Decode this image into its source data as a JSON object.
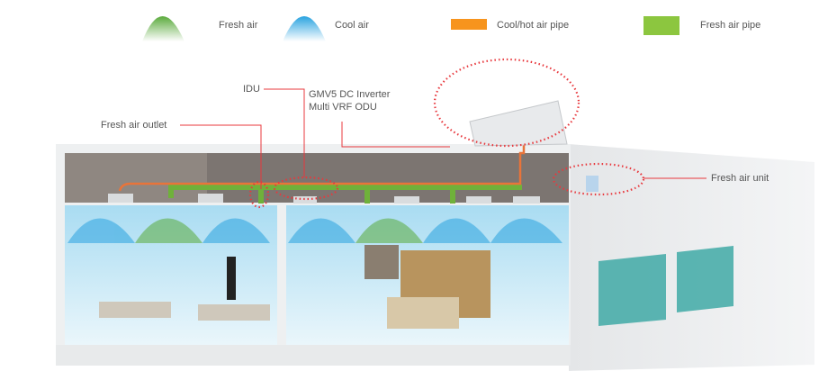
{
  "legend": [
    {
      "label": "Fresh air",
      "icon": "fresh-air-dome",
      "color": "#5aab3c"
    },
    {
      "label": "Cool air",
      "icon": "cool-air-dome",
      "color": "#29a3e0"
    },
    {
      "label": "Cool/hot air pipe",
      "icon": "orange-swatch",
      "color": "#f7941d"
    },
    {
      "label": "Fresh air pipe",
      "icon": "green-swatch",
      "color": "#8cc63f"
    }
  ],
  "callouts": {
    "idu": "IDU",
    "odu_line1": "GMV5 DC Inverter",
    "odu_line2": "Multi VRF ODU",
    "fresh_air_outlet": "Fresh air outlet",
    "fresh_air_unit": "Fresh air unit"
  },
  "colors": {
    "callout": "#e8383d",
    "room": "#cdeaf6",
    "window": "#3fa9a6"
  }
}
